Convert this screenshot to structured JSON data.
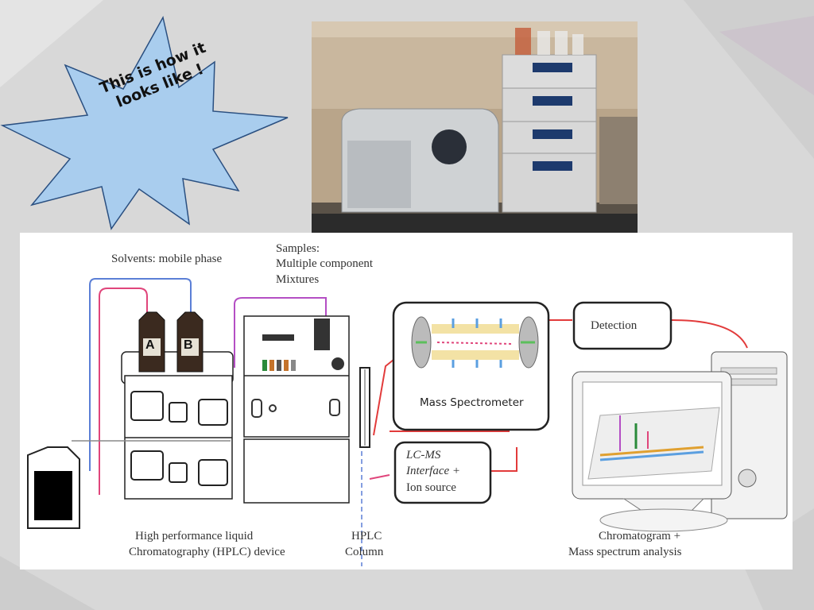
{
  "callout": {
    "line1": "This is how it",
    "line2": "looks like !"
  },
  "photo": {
    "description_icon": "lcms-instrument-photo"
  },
  "diagram": {
    "solvents_label": "Solvents: mobile phase",
    "samples_line1": "Samples:",
    "samples_line2": "Multiple component",
    "samples_line3": "Mixtures",
    "bottle_a": "A",
    "bottle_b": "B",
    "detection": "Detection",
    "mass_spec": "Mass Spectrometer",
    "interface_line1": "LC-MS",
    "interface_line2": "Interface +",
    "interface_line3": "Ion source",
    "hplc_device_line1": "High performance liquid",
    "hplc_device_line2": "Chromatography (HPLC) device",
    "hplc_column_line1": "HPLC",
    "hplc_column_line2": "Column",
    "analysis_line1": "Chromatogram +",
    "analysis_line2": "Mass spectrum analysis"
  },
  "colors": {
    "background": "#d6d6d6",
    "star_fill": "#a9cdee",
    "pink_flow": "#e0457b",
    "blue_flow": "#5b7fd6",
    "red_line": "#e23b3b"
  }
}
